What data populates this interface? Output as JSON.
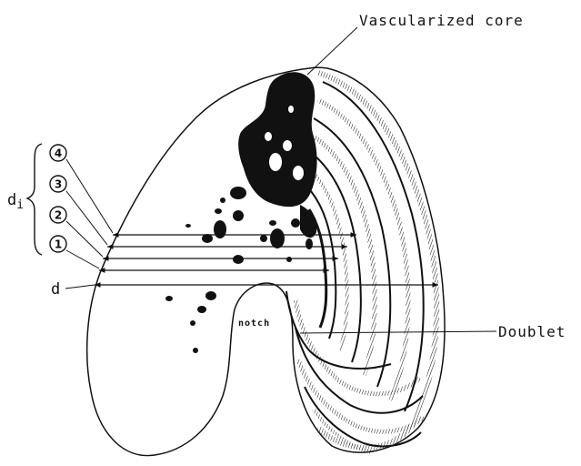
{
  "labels": {
    "vascularized_core": "Vascularized core",
    "doublet": "Doublet",
    "notch": "notch",
    "d": "d",
    "di": "d",
    "di_sub": "i"
  },
  "markers": [
    "4",
    "3",
    "2",
    "1"
  ],
  "colors": {
    "ink": "#111111",
    "background": "#ffffff"
  }
}
